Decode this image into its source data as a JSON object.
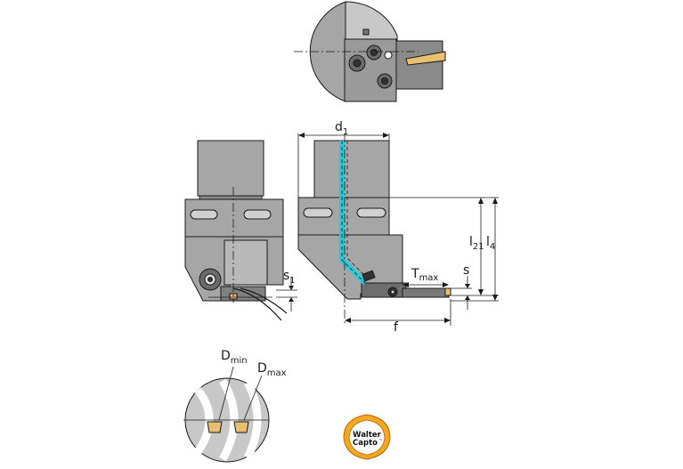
{
  "labels": {
    "d1": {
      "main": "d",
      "sub": "1"
    },
    "s1": {
      "main": "s",
      "sub": "1"
    },
    "l21": {
      "main": "l",
      "sub": "21"
    },
    "l4": {
      "main": "l",
      "sub": "4"
    },
    "tmax": {
      "main": "T",
      "sub": "max"
    },
    "s": {
      "main": "s"
    },
    "f": {
      "main": "f"
    },
    "dmin": {
      "main": "D",
      "sub": "min"
    },
    "dmax": {
      "main": "D",
      "sub": "max"
    }
  },
  "logo": {
    "line1": "Walter",
    "line2": "Capto",
    "mark": "™"
  },
  "colors": {
    "body_gray": "#a6a6a6",
    "body_dark": "#7a7a7a",
    "light_gray": "#c8c8c8",
    "coolant": "#28c8d8",
    "insert": "#e8c070",
    "logo_orange": "#f5a623",
    "outline": "#1a1a1a"
  }
}
